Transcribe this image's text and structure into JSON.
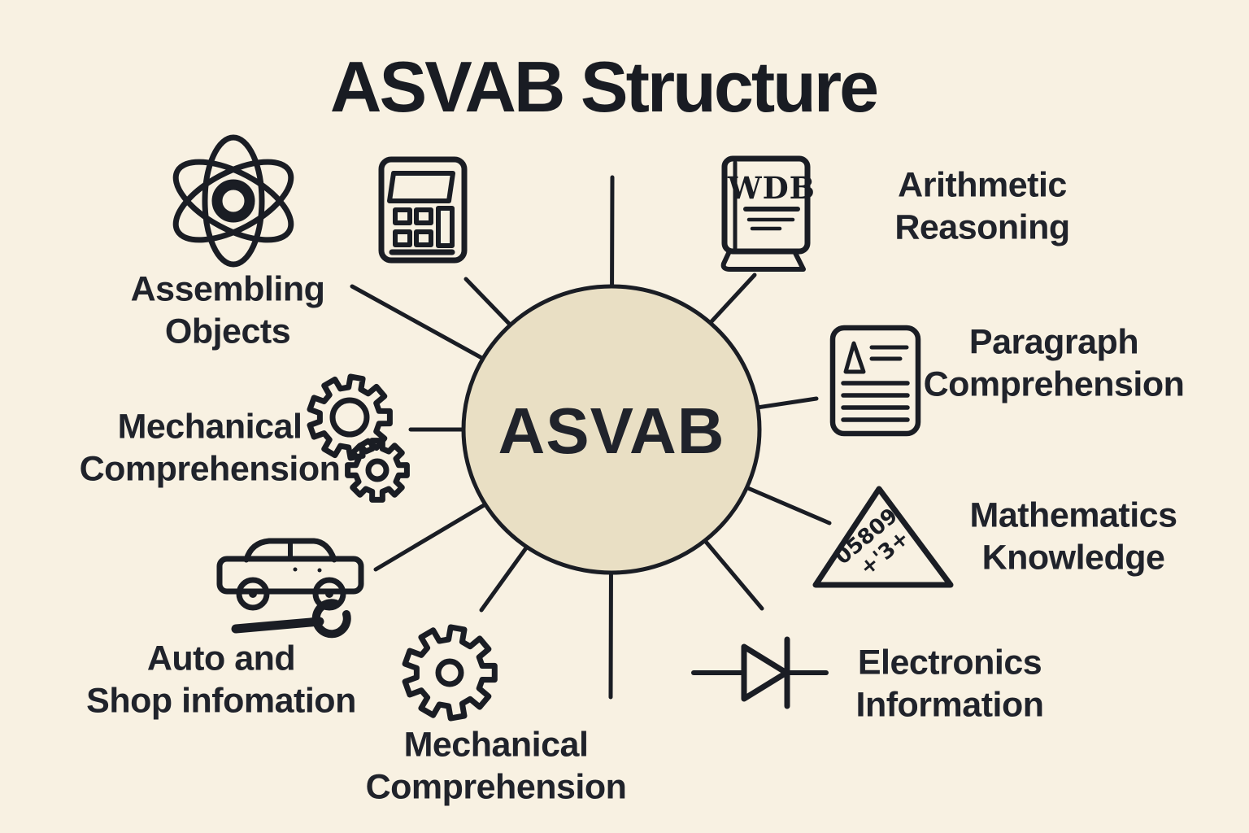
{
  "title": "ASVAB Structure",
  "center": {
    "label": "ASVAB"
  },
  "colors": {
    "background": "#f8f1e2",
    "hub_fill": "#e9dfc4",
    "ink": "#1a1d24"
  },
  "book": {
    "cover_text": "WDB"
  },
  "math_triangle": {
    "scribble_line1": "05809",
    "scribble_line2": "+'3+"
  },
  "sections": {
    "assembling_objects": "Assembling\nObjects",
    "arithmetic_reasoning": "Arithmetic\nReasoning",
    "paragraph_comprehension": "Paragraph\nComprehension",
    "mathematics_knowledge": "Mathematics\nKnowledge",
    "electronics_information": "Electronics\nInformation",
    "mechanical_comprehension_bottom": "Mechanical\nComprehension",
    "auto_shop_information": "Auto and\nShop infomation",
    "mechanical_comprehension_left": "Mechanical\nComprehension"
  },
  "icons": [
    "atom-icon",
    "calculator-icon",
    "book-icon",
    "document-icon",
    "math-triangle-icon",
    "diode-icon",
    "gear-icon",
    "double-gears-icon",
    "car-wrench-icon"
  ]
}
